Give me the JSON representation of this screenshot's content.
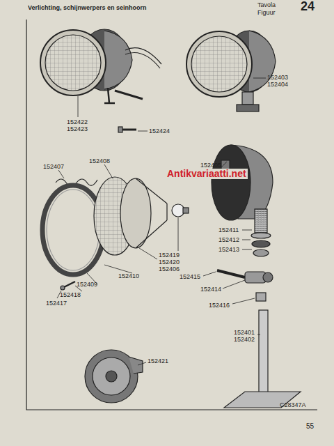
{
  "diagram": {
    "title": "Verlichting, schijnwerpers en seinhoorn",
    "labels": [
      "Tavola",
      "Figuur",
      "24",
      "152422",
      "152423",
      "152424",
      "152403",
      "152404",
      "152407",
      "152408",
      "152405",
      "152411",
      "152412",
      "152413",
      "152419",
      "152420",
      "152406",
      "152410",
      "152415",
      "152414",
      "152409",
      "152418",
      "152417",
      "152416",
      "152401",
      "152402",
      "152421",
      "C28347A",
      "55",
      "Antikvariaatti.net"
    ]
  }
}
